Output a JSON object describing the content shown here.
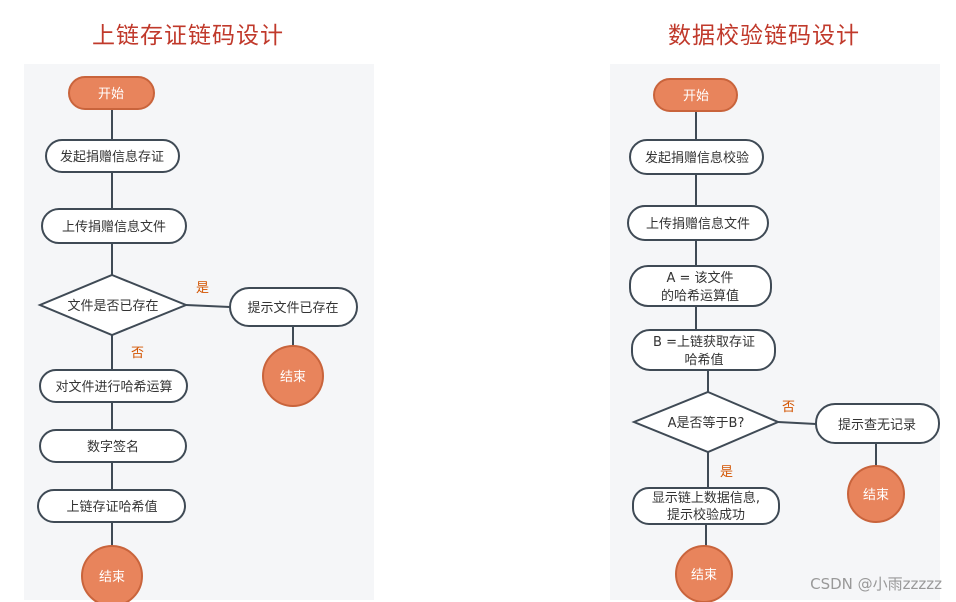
{
  "left": {
    "title": "上链存证链码设计",
    "start": "开始",
    "n1": "发起捐赠信息存证",
    "n2": "上传捐赠信息文件",
    "decision": "文件是否已存在",
    "yes_label": "是",
    "no_label": "否",
    "n_exists": "提示文件已存在",
    "end_right": "结束",
    "n3": "对文件进行哈希运算",
    "n4": "数字签名",
    "n5": "上链存证哈希值",
    "end_bottom": "结束"
  },
  "right": {
    "title": "数据校验链码设计",
    "start": "开始",
    "n1": "发起捐赠信息校验",
    "n2": "上传捐赠信息文件",
    "n3_line1": "A = 该文件",
    "n3_line2": "的哈希运算值",
    "n4_line1": "B =上链获取存证",
    "n4_line2": "哈希值",
    "decision": "A是否等于B?",
    "no_label": "否",
    "yes_label": "是",
    "n_none": "提示查无记录",
    "end_right": "结束",
    "n5_line1": "显示链上数据信息,",
    "n5_line2": "提示校验成功",
    "end_bottom": "结束"
  },
  "watermark": "CSDN @小雨zzzzz",
  "colors": {
    "accent": "#e8845c",
    "title": "#c0392b",
    "stroke": "#3f4a55",
    "label": "#d35400"
  }
}
